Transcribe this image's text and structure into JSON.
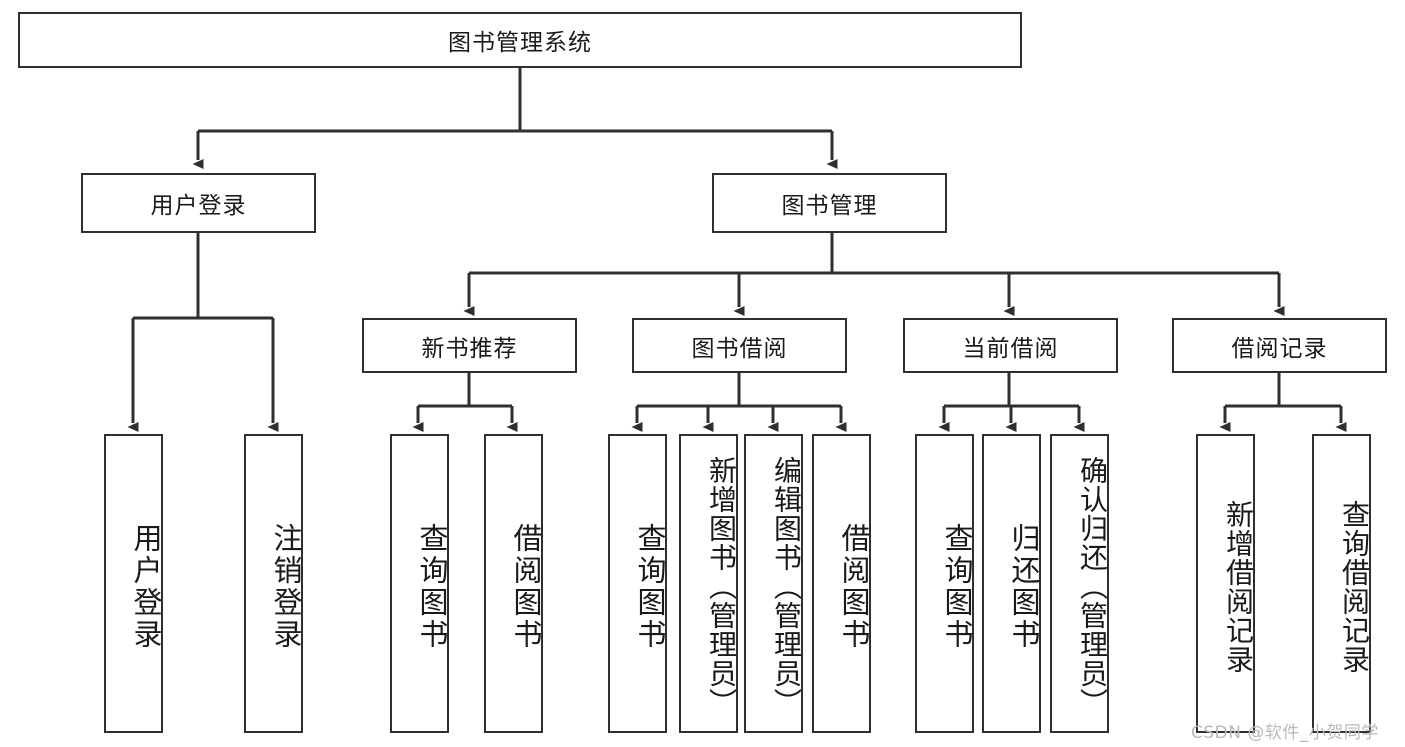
{
  "diagram": {
    "type": "hierarchy-tree",
    "title": "图书管理系统",
    "watermark": "CSDN @软件_小贺同学",
    "colors": {
      "box_border": "#2f2f2f",
      "box_fill": "#ffffff",
      "edge": "#2f2f2f",
      "text": "#1a1a1a",
      "watermark": "#b9b9b9"
    },
    "levels": {
      "root": "图书管理系统",
      "level2": [
        "用户登录",
        "图书管理"
      ],
      "level3": [
        "新书推荐",
        "图书借阅",
        "当前借阅",
        "借阅记录"
      ]
    },
    "nodes": {
      "root": {
        "label": "图书管理系统"
      },
      "user_login": {
        "label": "用户登录"
      },
      "book_manage": {
        "label": "图书管理"
      },
      "new_book_rec": {
        "label": "新书推荐"
      },
      "book_borrow": {
        "label": "图书借阅"
      },
      "current_borrow": {
        "label": "当前借阅"
      },
      "borrow_record": {
        "label": "借阅记录"
      },
      "leaf_user_login": {
        "label": "用户登录"
      },
      "leaf_logout": {
        "label": "注销登录"
      },
      "leaf_query_book_1": {
        "label": "查询图书"
      },
      "leaf_borrow_book_1": {
        "label": "借阅图书"
      },
      "leaf_query_book_2": {
        "label": "查询图书"
      },
      "leaf_add_book": {
        "label": "新增图书（管理员）"
      },
      "leaf_edit_book": {
        "label": "编辑图书（管理员）"
      },
      "leaf_borrow_book_2": {
        "label": "借阅图书"
      },
      "leaf_query_book_3": {
        "label": "查询图书"
      },
      "leaf_return_book": {
        "label": "归还图书"
      },
      "leaf_confirm_return": {
        "label": "确认归还（管理员）"
      },
      "leaf_add_record": {
        "label": "新增借阅记录"
      },
      "leaf_query_record": {
        "label": "查询借阅记录"
      }
    }
  }
}
